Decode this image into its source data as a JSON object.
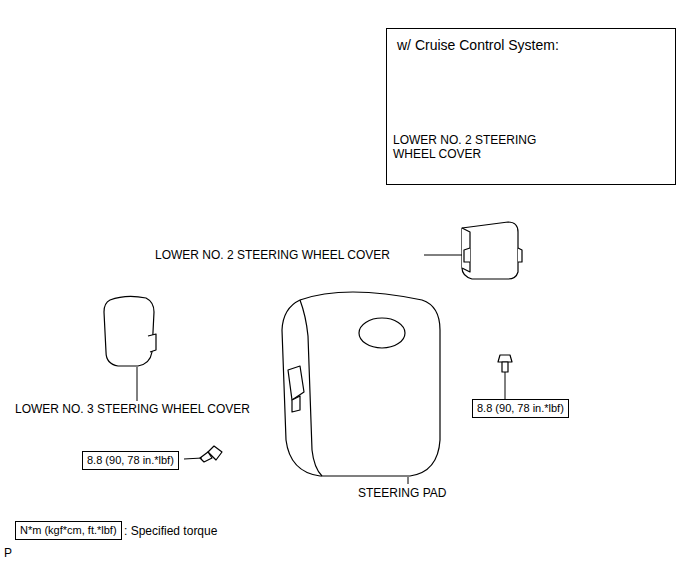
{
  "diagram": {
    "nodes": [
      {
        "text": [
          "w/ Cruise Control System:",
          "LOWER NO. 2 STEERING WHEEL COVER"
        ]
      },
      {
        "text": [
          "8.8 (90, 78 in.*lbf)"
        ]
      },
      {
        "text": [
          "8.8 (90, 78 in.*lbf)"
        ]
      },
      {
        "text": [
          "N*m (kgf*cm, ft.*lbf)"
        ]
      }
    ],
    "labels": [
      "LOWER NO. 2 STEERING WHEEL COVER",
      "LOWER NO. 3 STEERING WHEEL COVER",
      "STEERING PAD",
      ": Specified torque",
      "P"
    ]
  }
}
